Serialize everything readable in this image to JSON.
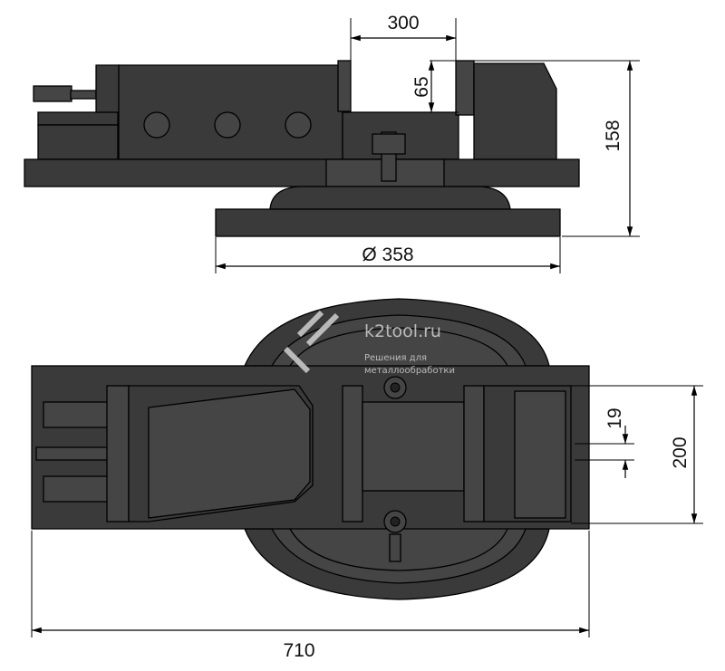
{
  "dimensions": {
    "jaw_opening": "300",
    "jaw_height": "65",
    "total_height": "158",
    "base_diameter": "Ø 358",
    "jaw_width": "19",
    "body_width": "200",
    "total_length": "710"
  },
  "watermark": {
    "site": "k2tool.ru",
    "tagline_line1": "Решения для",
    "tagline_line2": "металлообработки"
  },
  "colors": {
    "body": "#3a3a3a",
    "outline": "#000000",
    "background": "#ffffff",
    "watermark": "#c8c8c8"
  }
}
